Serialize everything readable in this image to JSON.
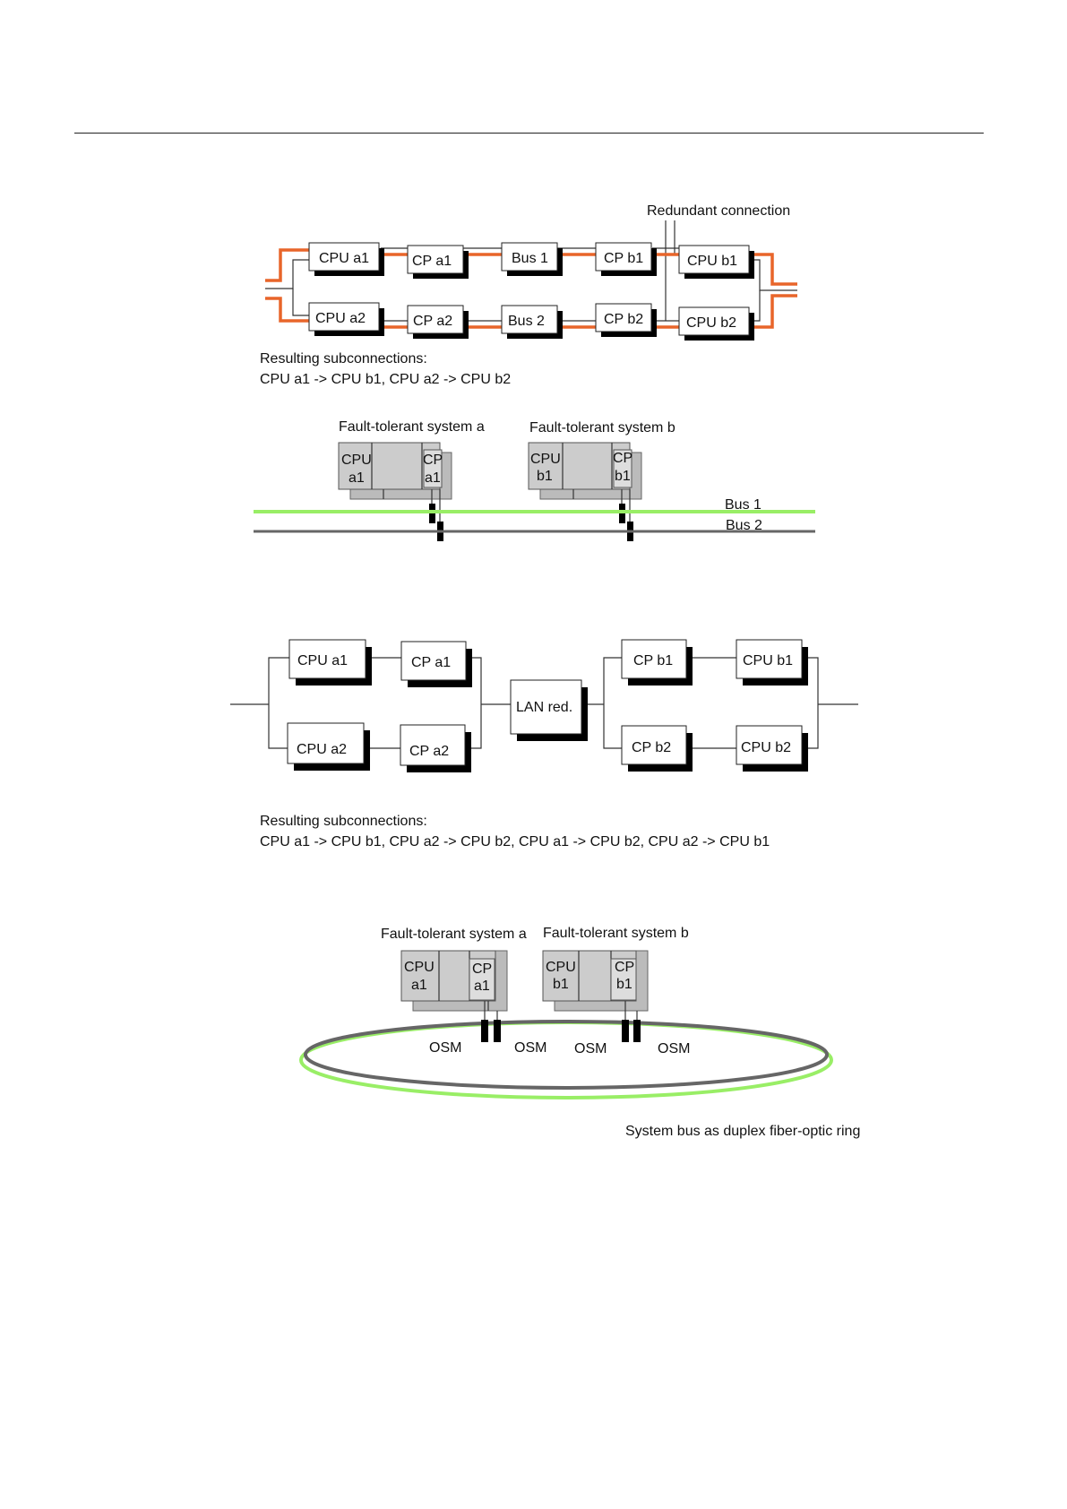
{
  "fig1": {
    "redundant_connection": "Redundant connection",
    "boxes": {
      "cpu_a1": "CPU a1",
      "cp_a1": "CP a1",
      "bus1": "Bus 1",
      "cp_b1": "CP b1",
      "cpu_b1": "CPU b1",
      "cpu_a2": "CPU a2",
      "cp_a2": "CP a2",
      "bus2": "Bus 2",
      "cp_b2": "CP b2",
      "cpu_b2": "CPU b2"
    },
    "caption_1": "Resulting subconnections:",
    "caption_2": "CPU a1 -> CPU b1, CPU a2 -> CPU b2"
  },
  "fig2": {
    "system_a": "Fault-tolerant system a",
    "system_b": "Fault-tolerant system b",
    "rack_a": {
      "cpu_line1": "CPU",
      "cpu_line2": "a1",
      "cp_line1": "CP",
      "cp_line2": "a1"
    },
    "rack_b": {
      "cpu_line1": "CPU",
      "cpu_line2": "b1",
      "cp_line1": "CP",
      "cp_line2": "b1"
    },
    "bus1": "Bus 1",
    "bus2": "Bus 2",
    "bus1_color": "#99ee66",
    "bus2_color": "#666666"
  },
  "fig3": {
    "boxes": {
      "cpu_a1": "CPU a1",
      "cp_a1": "CP a1",
      "cpu_a2": "CPU a2",
      "cp_a2": "CP a2",
      "lan": "LAN red.",
      "cp_b1": "CP b1",
      "cpu_b1": "CPU b1",
      "cp_b2": "CP b2",
      "cpu_b2": "CPU b2"
    },
    "caption_1": "Resulting subconnections:",
    "caption_2": "CPU a1 -> CPU b1, CPU a2 -> CPU b2, CPU a1 -> CPU b2, CPU a2 -> CPU b1"
  },
  "fig4": {
    "system_a": "Fault-tolerant system a",
    "system_b": "Fault-tolerant system b",
    "rack_a": {
      "cpu_line1": "CPU",
      "cpu_line2": "a1",
      "cp_line1": "CP",
      "cp_line2": "a1"
    },
    "rack_b": {
      "cpu_line1": "CPU",
      "cpu_line2": "b1",
      "cp_line1": "CP",
      "cp_line2": "b1"
    },
    "osm_labels": [
      "OSM",
      "OSM",
      "OSM",
      "OSM"
    ],
    "caption": "System bus as duplex fiber-optic ring",
    "ring_outer_color": "#99ee66",
    "ring_inner_color": "#666666"
  },
  "colors": {
    "redundant_line": "#e8652a"
  }
}
